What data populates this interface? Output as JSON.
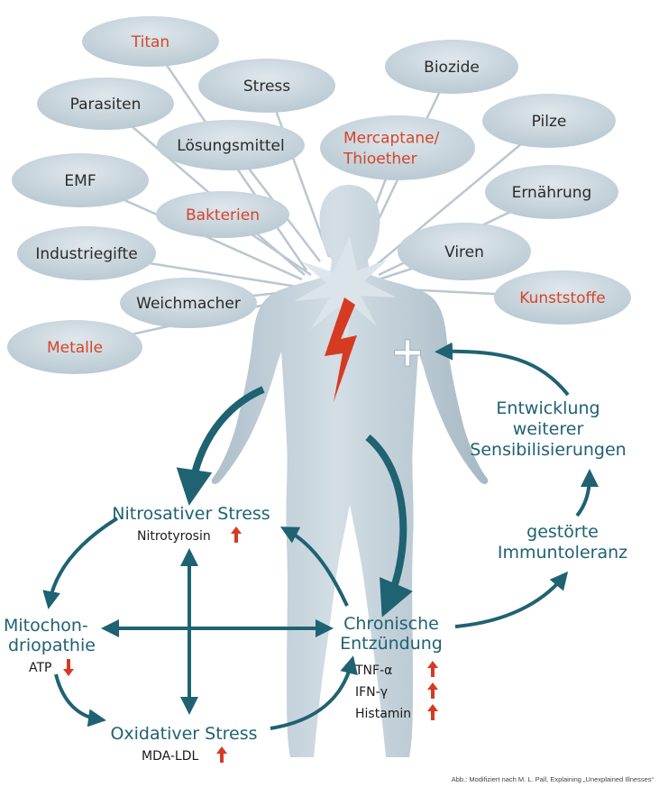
{
  "colors": {
    "bubble_fill": "#c8d5dd",
    "text_dark": "#2b2b2b",
    "text_red": "#d5452a",
    "teal": "#1f6272",
    "body": "#b9cbd6",
    "arrow_red": "#d63b22"
  },
  "stressors": [
    {
      "label": "Titan",
      "red": true
    },
    {
      "label": "Parasiten",
      "red": false
    },
    {
      "label": "Stress",
      "red": false
    },
    {
      "label": "Lösungsmittel",
      "red": false
    },
    {
      "label": "Biozide",
      "red": false
    },
    {
      "label": "Mercaptane/",
      "label2": "Thioether",
      "red": true
    },
    {
      "label": "Pilze",
      "red": false
    },
    {
      "label": "EMF",
      "red": false
    },
    {
      "label": "Bakterien",
      "red": true
    },
    {
      "label": "Ernährung",
      "red": false
    },
    {
      "label": "Industriegifte",
      "red": false
    },
    {
      "label": "Viren",
      "red": false
    },
    {
      "label": "Weichmacher",
      "red": false
    },
    {
      "label": "Kunststoffe",
      "red": true
    },
    {
      "label": "Metalle",
      "red": true
    }
  ],
  "cycle": {
    "nitrosative": {
      "title": "Nitrosativer Stress",
      "marker": "Nitrotyrosin"
    },
    "mito": {
      "line1": "Mitochon-",
      "line2": "driopathie",
      "marker": "ATP"
    },
    "oxidative": {
      "title": "Oxidativer Stress",
      "marker": "MDA-LDL"
    },
    "chronic": {
      "line1": "Chronische",
      "line2": "Entzündung",
      "markers": [
        "TNF-α",
        "IFN-γ",
        "Histamin"
      ]
    },
    "tolerance": {
      "line1": "gestörte",
      "line2": "Immuntoleranz"
    },
    "sensitization": {
      "line1": "Entwicklung",
      "line2": "weiterer",
      "line3": "Sensibilisierungen"
    }
  },
  "plus_sign": "+",
  "credit": "Abb.: Modifiziert nach M. L. Pall, Explaining „Unexplained Illnesses“"
}
